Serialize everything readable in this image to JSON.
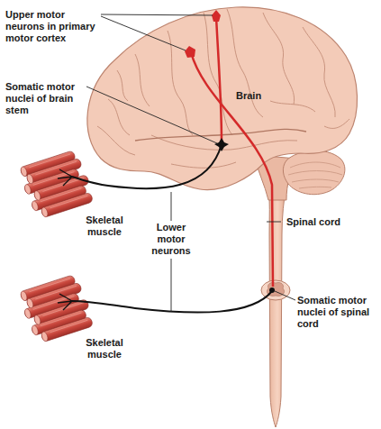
{
  "diagram": {
    "labels": [
      "Upper motor neurons in primary motor cortex",
      "Somatic motor nuclei of brain stem",
      "Brain",
      "Skeletal muscle",
      "Lower motor neurons",
      "Spinal cord",
      "Skeletal muscle",
      "Somatic motor nuclei of spinal cord"
    ]
  }
}
